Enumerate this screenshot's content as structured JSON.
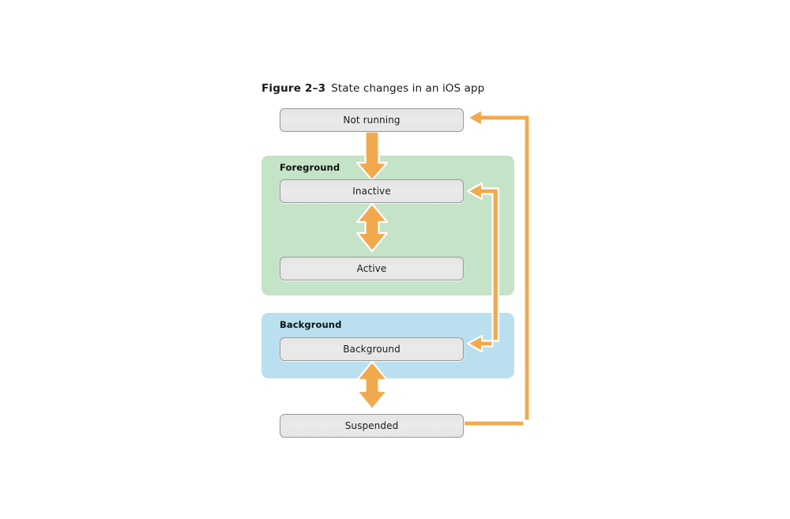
{
  "figure": {
    "number": "Figure 2–3",
    "title": "State changes in an iOS app"
  },
  "colors": {
    "arrow": "#f2a94e",
    "arrow_outline": "#ffffff",
    "foreground_group": "#c5e3c7",
    "background_group": "#bae0ef",
    "box_fill": "#e8e8e8",
    "box_border": "#9a9a9a",
    "text": "#1a1a1a",
    "page": "#ffffff"
  },
  "groups": [
    {
      "id": "foreground",
      "label": "Foreground"
    },
    {
      "id": "background",
      "label": "Background"
    }
  ],
  "states": [
    {
      "id": "not-running",
      "label": "Not running",
      "group": null
    },
    {
      "id": "inactive",
      "label": "Inactive",
      "group": "foreground"
    },
    {
      "id": "active",
      "label": "Active",
      "group": "foreground"
    },
    {
      "id": "background",
      "label": "Background",
      "group": "background"
    },
    {
      "id": "suspended",
      "label": "Suspended",
      "group": null
    }
  ],
  "transitions": [
    {
      "from": "not-running",
      "to": "inactive",
      "direction": "one-way",
      "shape": "straight-vertical"
    },
    {
      "from": "inactive",
      "to": "active",
      "direction": "bidirectional",
      "shape": "straight-vertical"
    },
    {
      "from": "background",
      "to": "suspended",
      "direction": "bidirectional",
      "shape": "straight-vertical"
    },
    {
      "from": "inactive",
      "to": "background",
      "direction": "bidirectional",
      "shape": "right-elbow-inner"
    },
    {
      "from": "suspended",
      "to": "not-running",
      "direction": "one-way",
      "shape": "right-elbow-outer"
    }
  ]
}
